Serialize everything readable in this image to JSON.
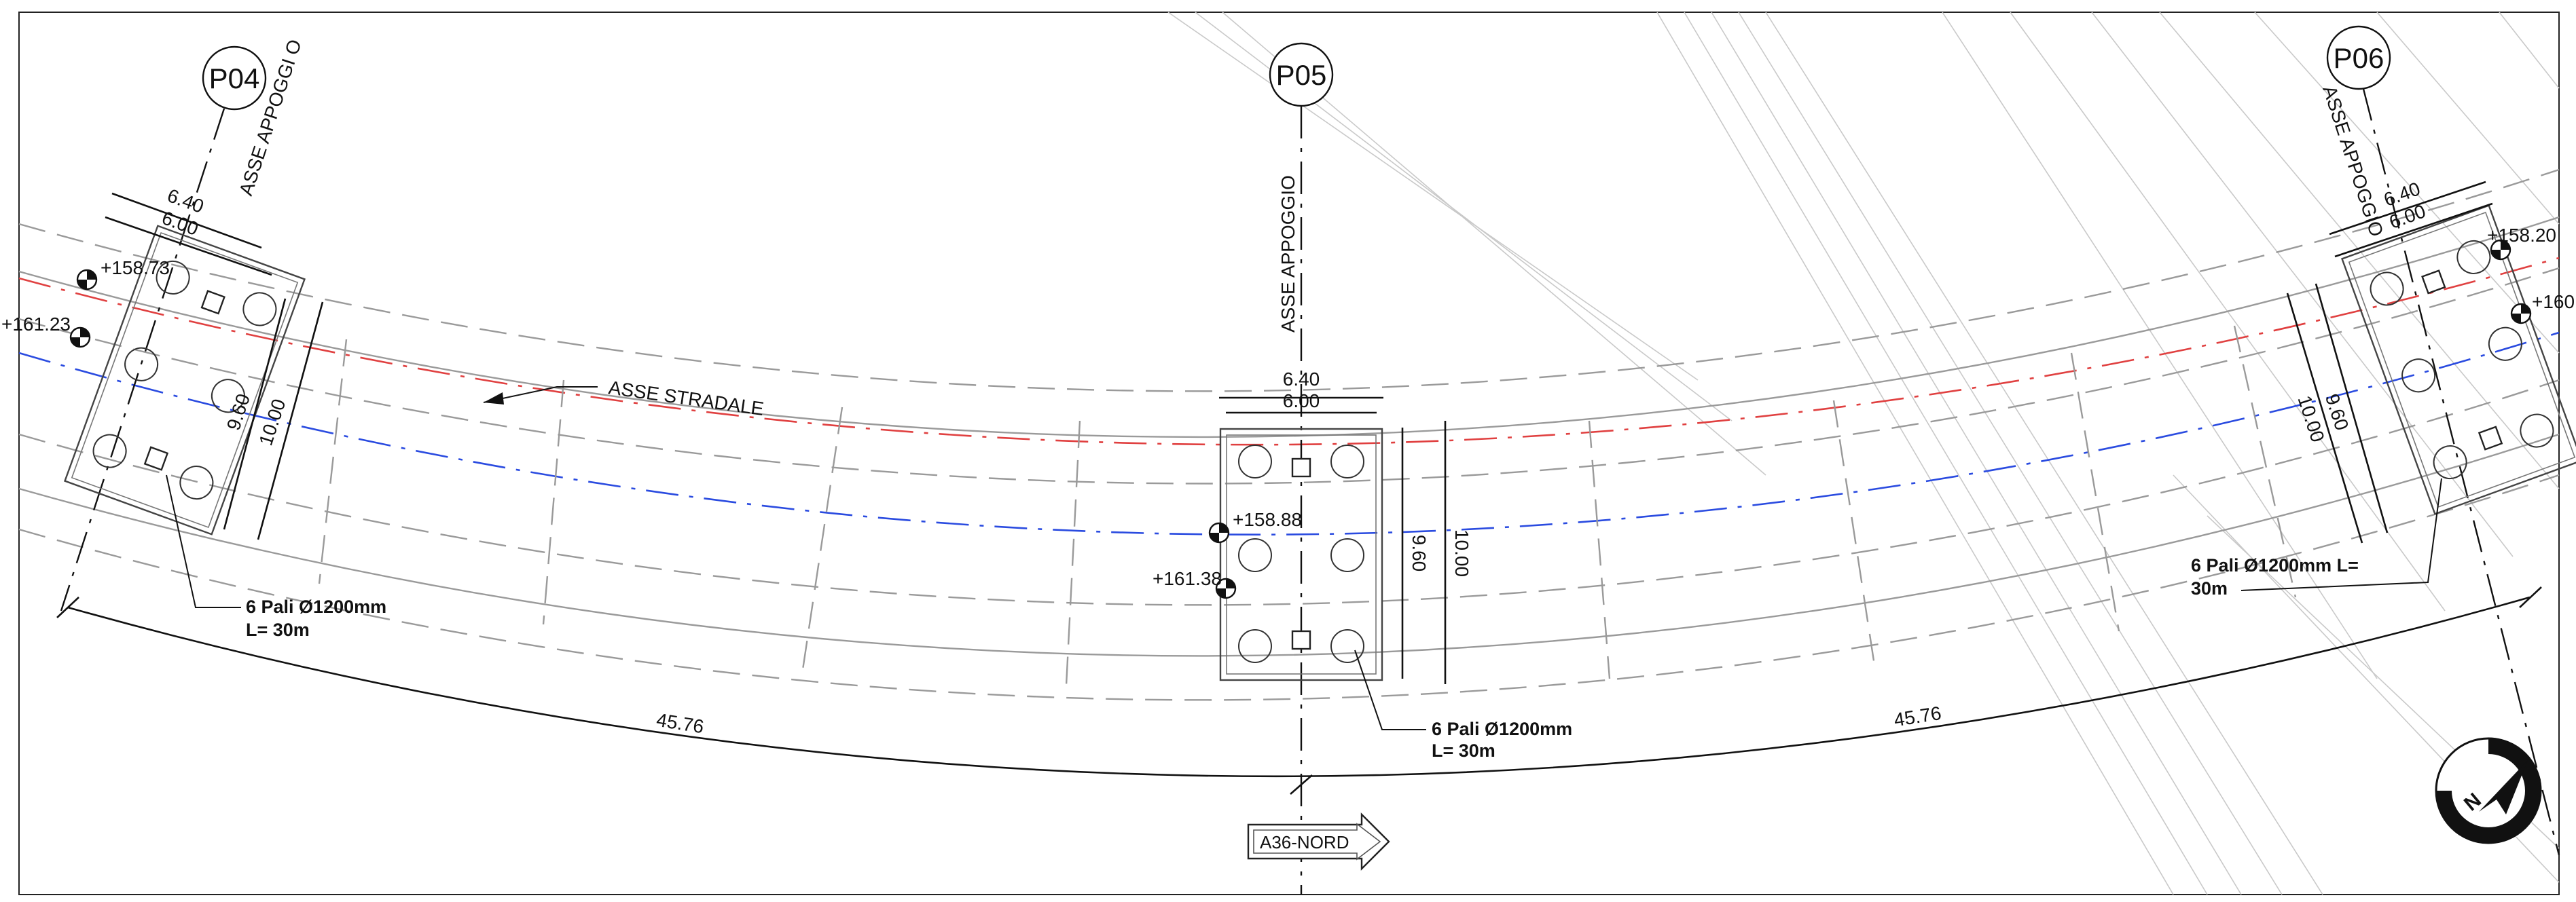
{
  "piers": [
    {
      "id": "P04",
      "axis_label": "ASSE APPOGGI O",
      "dim_outer": "6.40",
      "dim_inner": "6.00",
      "dim_len_inner": "9.60",
      "dim_len_outer": "10.00",
      "elev_a": "+158.73",
      "elev_b": "+161.23",
      "pile_note_1": "6 Pali Ø1200mm",
      "pile_note_2": "L= 30m"
    },
    {
      "id": "P05",
      "axis_label": "ASSE APPOGGIO",
      "dim_outer": "6.40",
      "dim_inner": "6.00",
      "dim_len_inner": "9.60",
      "dim_len_outer": "10.00",
      "elev_a": "+158.88",
      "elev_b": "+161.38",
      "pile_note_1": "6 Pali Ø1200mm",
      "pile_note_2": "L= 30m"
    },
    {
      "id": "P06",
      "axis_label": "ASSE APPOGGIO",
      "dim_outer": "6.40",
      "dim_inner": "6.00",
      "dim_len_inner": "9.60",
      "dim_len_outer": "10.00",
      "elev_a": "+158.20",
      "elev_b": "+160.",
      "pile_note_1": "6 Pali Ø1200mm L=",
      "pile_note_2": "30m"
    }
  ],
  "road_axis_label": "ASSE STRADALE",
  "spans": [
    "45.76",
    "45.76"
  ],
  "direction_label": "A36-NORD",
  "north_label": "N"
}
